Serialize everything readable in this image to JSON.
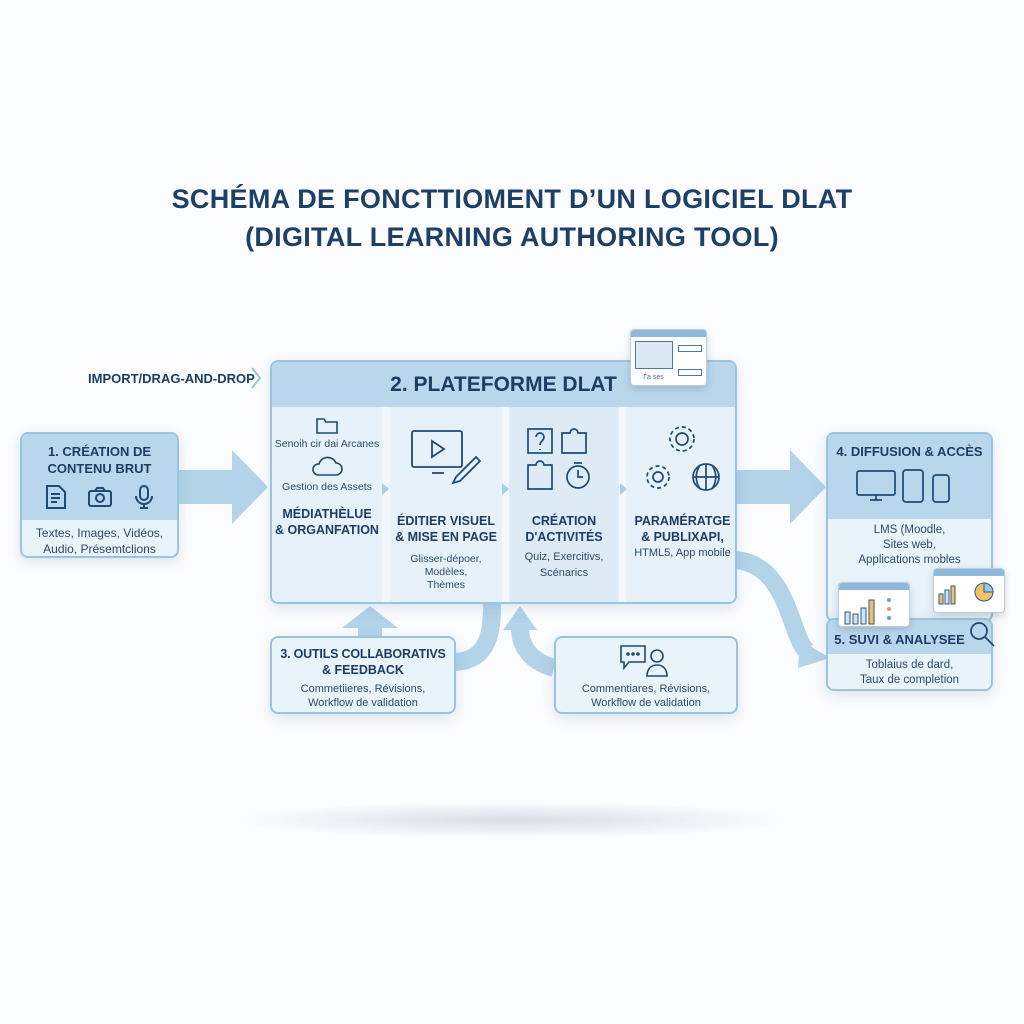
{
  "title": {
    "line1": "SCHÉMA DE FONCTTIOMENT D’UN LOGICIEL DLAT",
    "line2": "(DIGITAL LEARNING AUTHORING TOOL)"
  },
  "import_label": "IMPORT/DRAG-AND-DROP",
  "step1": {
    "title1": "1. CRÉATION DE",
    "title2": "CONTENU BRUT",
    "desc1": "Textes, Images, Vidéos,",
    "desc2": "Audio, Présemtclions",
    "icons": [
      "document-icon",
      "camera-icon",
      "microphone-icon"
    ]
  },
  "step2": {
    "title": "2. PLATEFORME DLAT",
    "thumb_caption": "Ѓа ѕеѕ",
    "columns": [
      {
        "sub1": "Senoih cir dai Arcanes",
        "sub2": "Gestion des Assets",
        "title1": "MÉDIATHÈLUE",
        "title2": "& ORGANFATION"
      },
      {
        "title1": "ÉDITIER VISUEL",
        "title2": "& MISE EN PAGE",
        "desc1": "Glisser-dépoer, Modèles,",
        "desc2": "Thèmes"
      },
      {
        "title1": "CRÉATION",
        "title2": "D'ACTIVITÉS",
        "desc1": "Quiz, Exercitivs,",
        "desc2": "Scénarics"
      },
      {
        "title1": "PARAMÉRATGE",
        "title2": "& PUBLIXAPI,",
        "desc1": "HTML5, App mobile"
      }
    ]
  },
  "step3": {
    "title1": "3. OUTILS COLLABORATIVS",
    "title2": "& FEEDBACK",
    "desc1": "Commetiieres, Révisions,",
    "desc2": "Workflow de validation"
  },
  "feedback": {
    "desc1": "Commentiares, Révisions,",
    "desc2": "Workflow de validation"
  },
  "step4": {
    "title": "4. DIFFUSION & ACCÈS",
    "desc1": "LMS (Moodle,",
    "desc2": "Sites web,",
    "desc3": "Applications mobles"
  },
  "step5": {
    "title": "5. SUVI & ANALYSEE",
    "desc1": "Toblaius de dard,",
    "desc2": "Taux de completion"
  },
  "colors": {
    "accent": "#b9d7ec",
    "arrow": "#b3d3e9",
    "text": "#1d3d63"
  }
}
